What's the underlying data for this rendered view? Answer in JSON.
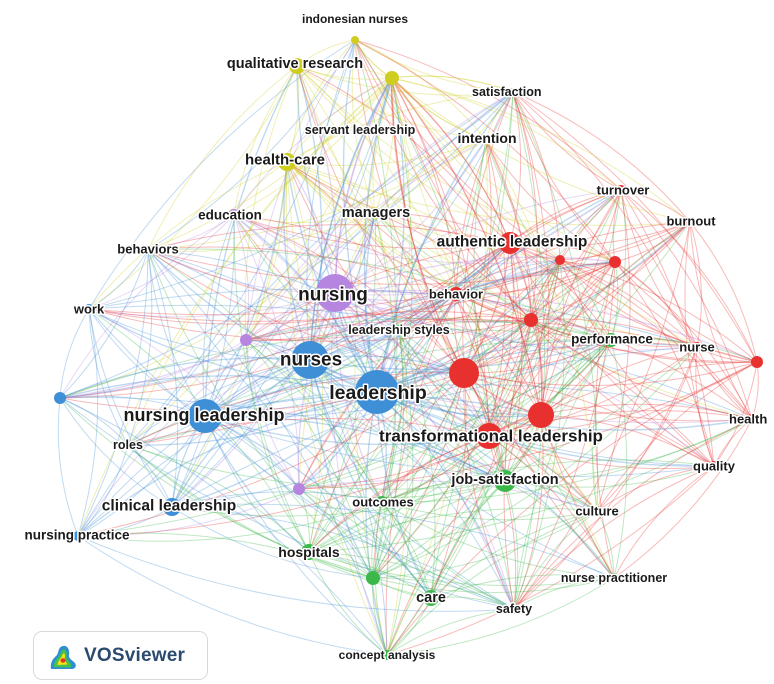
{
  "app": {
    "logo_text": "VOSviewer",
    "logo_icon": "vosviewer-density-icon"
  },
  "clusters": {
    "red": "#e8312f",
    "green": "#3cb84a",
    "blue": "#3f8fd6",
    "yellow": "#cfcd20",
    "purple": "#b685e0"
  },
  "nodes": [
    {
      "id": "indonesian-nurses",
      "label": "indonesian nurses",
      "cluster": "yellow"
    },
    {
      "id": "qualitative-research",
      "label": "qualitative research",
      "cluster": "yellow"
    },
    {
      "id": "satisfaction",
      "label": "satisfaction",
      "cluster": "yellow"
    },
    {
      "id": "servant-leadership",
      "label": "servant leadership",
      "cluster": "yellow"
    },
    {
      "id": "intention",
      "label": "intention",
      "cluster": "yellow"
    },
    {
      "id": "health-care",
      "label": "health-care",
      "cluster": "yellow"
    },
    {
      "id": "managers",
      "label": "managers",
      "cluster": "yellow"
    },
    {
      "id": "turnover",
      "label": "turnover",
      "cluster": "red"
    },
    {
      "id": "burnout",
      "label": "burnout",
      "cluster": "red"
    },
    {
      "id": "education",
      "label": "education",
      "cluster": "purple"
    },
    {
      "id": "authentic-leadership",
      "label": "authentic leadership",
      "cluster": "red"
    },
    {
      "id": "behaviors",
      "label": "behaviors",
      "cluster": "blue"
    },
    {
      "id": "nursing",
      "label": "nursing",
      "cluster": "purple"
    },
    {
      "id": "behavior",
      "label": "behavior",
      "cluster": "red"
    },
    {
      "id": "work",
      "label": "work",
      "cluster": "blue"
    },
    {
      "id": "leadership-styles",
      "label": "leadership styles",
      "cluster": "green"
    },
    {
      "id": "performance",
      "label": "performance",
      "cluster": "green"
    },
    {
      "id": "nurse",
      "label": "nurse",
      "cluster": "red"
    },
    {
      "id": "nurses",
      "label": "nurses",
      "cluster": "blue"
    },
    {
      "id": "leadership",
      "label": "leadership",
      "cluster": "blue"
    },
    {
      "id": "nursing-leadership",
      "label": "nursing leadership",
      "cluster": "blue"
    },
    {
      "id": "health",
      "label": "health",
      "cluster": "red"
    },
    {
      "id": "roles",
      "label": "roles",
      "cluster": "blue"
    },
    {
      "id": "transformational-leadership",
      "label": "transformational leadership",
      "cluster": "red"
    },
    {
      "id": "quality",
      "label": "quality",
      "cluster": "red"
    },
    {
      "id": "job-satisfaction",
      "label": "job-satisfaction",
      "cluster": "green"
    },
    {
      "id": "clinical-leadership",
      "label": "clinical leadership",
      "cluster": "blue"
    },
    {
      "id": "outcomes",
      "label": "outcomes",
      "cluster": "green"
    },
    {
      "id": "culture",
      "label": "culture",
      "cluster": "green"
    },
    {
      "id": "nursing-practice",
      "label": "nursing practice",
      "cluster": "blue"
    },
    {
      "id": "hospitals",
      "label": "hospitals",
      "cluster": "green"
    },
    {
      "id": "nurse-practitioner",
      "label": "nurse practitioner",
      "cluster": "green"
    },
    {
      "id": "care",
      "label": "care",
      "cluster": "green"
    },
    {
      "id": "safety",
      "label": "safety",
      "cluster": "green"
    },
    {
      "id": "concept-analysis",
      "label": "concept analysis",
      "cluster": "green"
    }
  ]
}
